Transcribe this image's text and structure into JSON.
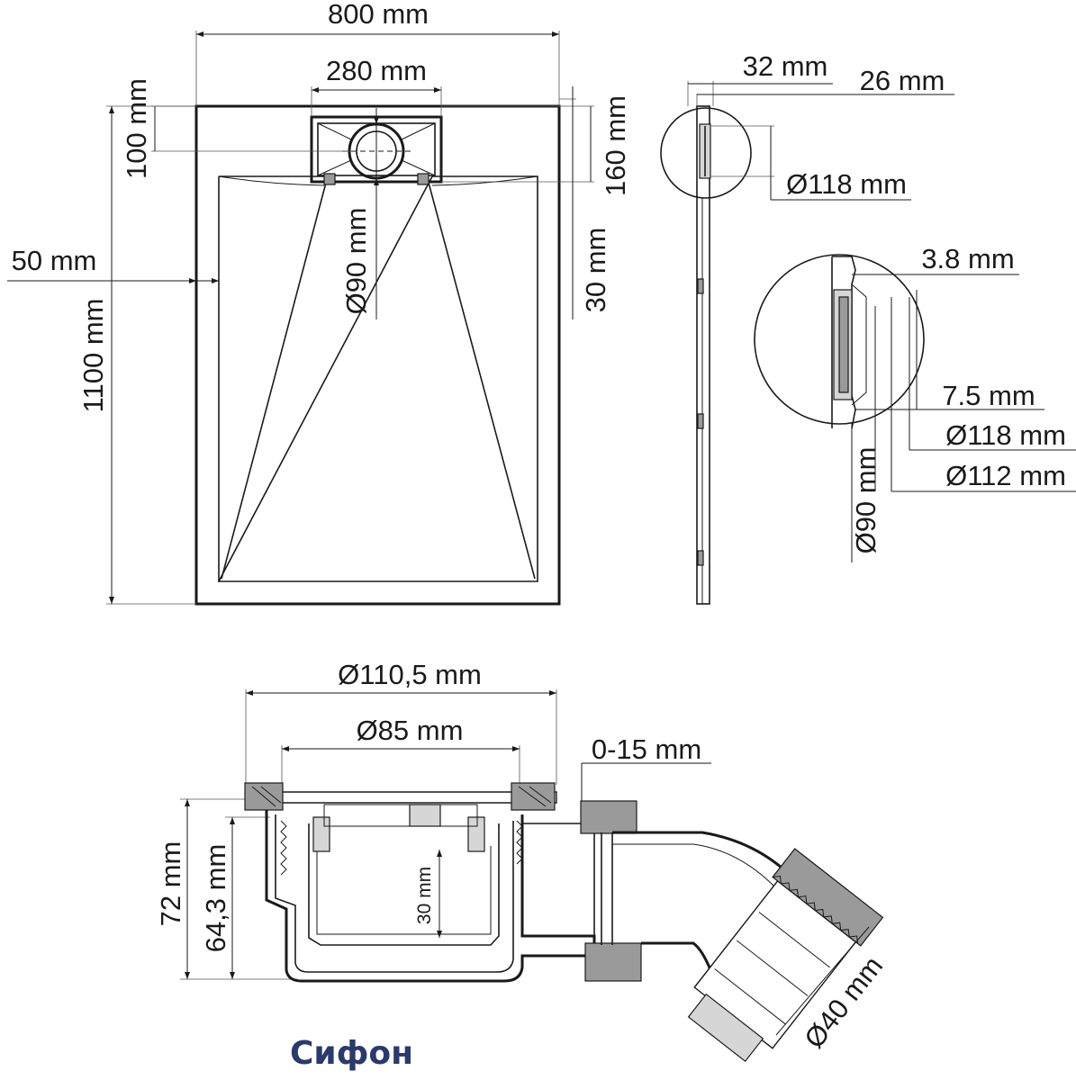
{
  "top_view": {
    "width_label": "800 mm",
    "drain_width_label": "280 mm",
    "drain_offset_label": "100 mm",
    "side_margin_label": "50 mm",
    "length_label": "1100 mm",
    "drain_diameter_label": "Ø90 mm",
    "drain_depth_label": "160 mm",
    "slope_label": "30 mm"
  },
  "side_view": {
    "thickness_label": "32 mm",
    "base_label": "26 mm",
    "flange_label": "Ø118 mm"
  },
  "detail_view": {
    "wall_label": "3.8 mm",
    "step_label": "7.5 mm",
    "outer_label": "Ø118 mm",
    "inner_label": "Ø112 mm",
    "pipe_label": "Ø90 mm"
  },
  "siphon_view": {
    "outer_diameter_label": "Ø110,5 mm",
    "inner_diameter_label": "Ø85 mm",
    "adjust_label": "0-15 mm",
    "height_label": "72 mm",
    "inner_height_label": "64,3 mm",
    "water_seal_label": "30 mm",
    "outlet_label": "Ø40 mm",
    "title": "Сифон"
  },
  "colors": {
    "title": "#2b3a6b",
    "line": "#1a1a1a"
  }
}
